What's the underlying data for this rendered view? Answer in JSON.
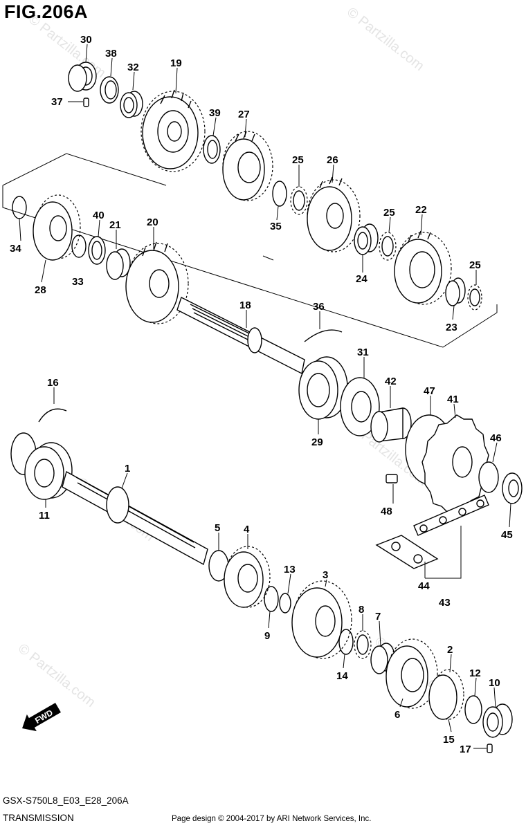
{
  "figure_title": "FIG.206A",
  "model_code": "GSX-S750L8_E03_E28_206A",
  "section_name": "TRANSMISSION",
  "copyright": "Page design © 2004-2017 by ARI Network Services, Inc.",
  "watermark": "© Partzilla.com",
  "fwd_label": "FWD",
  "callouts": [
    "30",
    "38",
    "32",
    "19",
    "37",
    "39",
    "27",
    "25",
    "26",
    "35",
    "40",
    "21",
    "20",
    "34",
    "28",
    "33",
    "25",
    "22",
    "24",
    "25",
    "23",
    "18",
    "36",
    "16",
    "31",
    "42",
    "47",
    "41",
    "29",
    "46",
    "1",
    "11",
    "48",
    "45",
    "5",
    "4",
    "13",
    "3",
    "44",
    "43",
    "9",
    "8",
    "7",
    "14",
    "2",
    "12",
    "10",
    "6",
    "15",
    "17"
  ]
}
